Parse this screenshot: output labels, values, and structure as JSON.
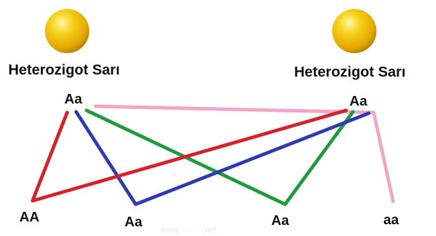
{
  "parents": [
    {
      "label": "Heterozigot Sarı",
      "genotype": "Aa",
      "seed_color": "#f2c200"
    },
    {
      "label": "Heterozigot Sarı",
      "genotype": "Aa",
      "seed_color": "#f2c200"
    }
  ],
  "offspring": [
    "AA",
    "Aa",
    "Aa",
    "aa"
  ],
  "cross_lines": [
    {
      "color": "#d6202a",
      "connects": [
        "AA"
      ]
    },
    {
      "color": "#2f3ab0",
      "connects": [
        "Aa"
      ]
    },
    {
      "color": "#1f9a3c",
      "connects": [
        "Aa"
      ]
    },
    {
      "color": "#f2a6c6",
      "connects": [
        "aa"
      ]
    }
  ]
}
